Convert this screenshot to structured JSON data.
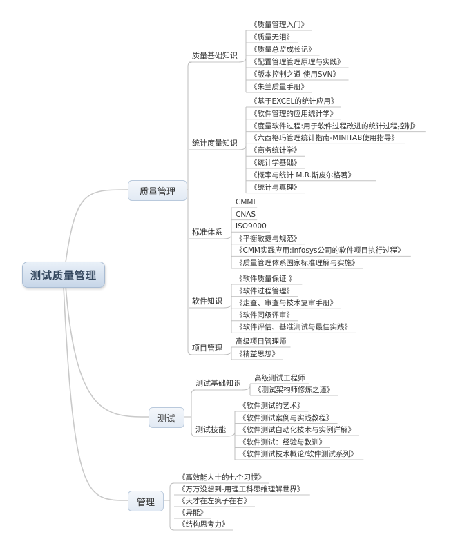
{
  "root": "测试质量管理",
  "branches": [
    {
      "label": "质量管理",
      "groups": [
        {
          "label": "质量基础知识",
          "items": [
            "《质量管理入门》",
            "《质量无泪》",
            "《质量总监成长记》",
            "《配置管理管理原理与实践》",
            "《版本控制之道  使用SVN》",
            "《朱兰质量手册》"
          ]
        },
        {
          "label": "统计度量知识",
          "items": [
            "《基于EXCEL的统计应用》",
            "《软件管理的应用统计学》",
            "《度量软件过程:用于软件过程改进的统计过程控制》",
            "《六西格玛管理统计指南-MINITAB使用指导》",
            "《商务统计学》",
            "《统计学基础》",
            "《概率与统计    M.R.斯皮尔格著》",
            "《统计与真理》"
          ]
        },
        {
          "label": "标准体系",
          "items": [
            "CMMI",
            "CNAS",
            "ISO9000",
            "《平衡敏捷与规范》",
            "《CMM实践应用:Infosys公司的软件项目执行过程》",
            "《质量管理体系国家标准理解与实施》"
          ]
        },
        {
          "label": "软件知识",
          "items": [
            "《软件质量保证 》",
            "《软件过程管理》",
            "《走查、审查与技术复审手册》",
            "《软件同级评审》",
            "《软件评估、基准测试与最佳实践》"
          ]
        },
        {
          "label": "项目管理",
          "items": [
            "高级项目管理师",
            "《精益思想》"
          ]
        }
      ]
    },
    {
      "label": "测试",
      "groups": [
        {
          "label": "测试基础知识",
          "items": [
            "高级测试工程师",
            "《测试架构师修炼之道》"
          ]
        },
        {
          "label": "测试技能",
          "items": [
            "《软件测试的艺术》",
            "《软件测试案例与实践教程》",
            "《软件测试自动化技术与实例详解》",
            "《软件测试：经验与教训》",
            "《软件测试技术概论/软件测试系列》"
          ]
        }
      ]
    },
    {
      "label": "管理",
      "items": [
        "《高效能人士的七个习惯》",
        "《万万没想到-用理工科思维理解世界》",
        "《天才在左疯子在右》",
        "《异能》",
        "《结构思考力》"
      ]
    }
  ]
}
